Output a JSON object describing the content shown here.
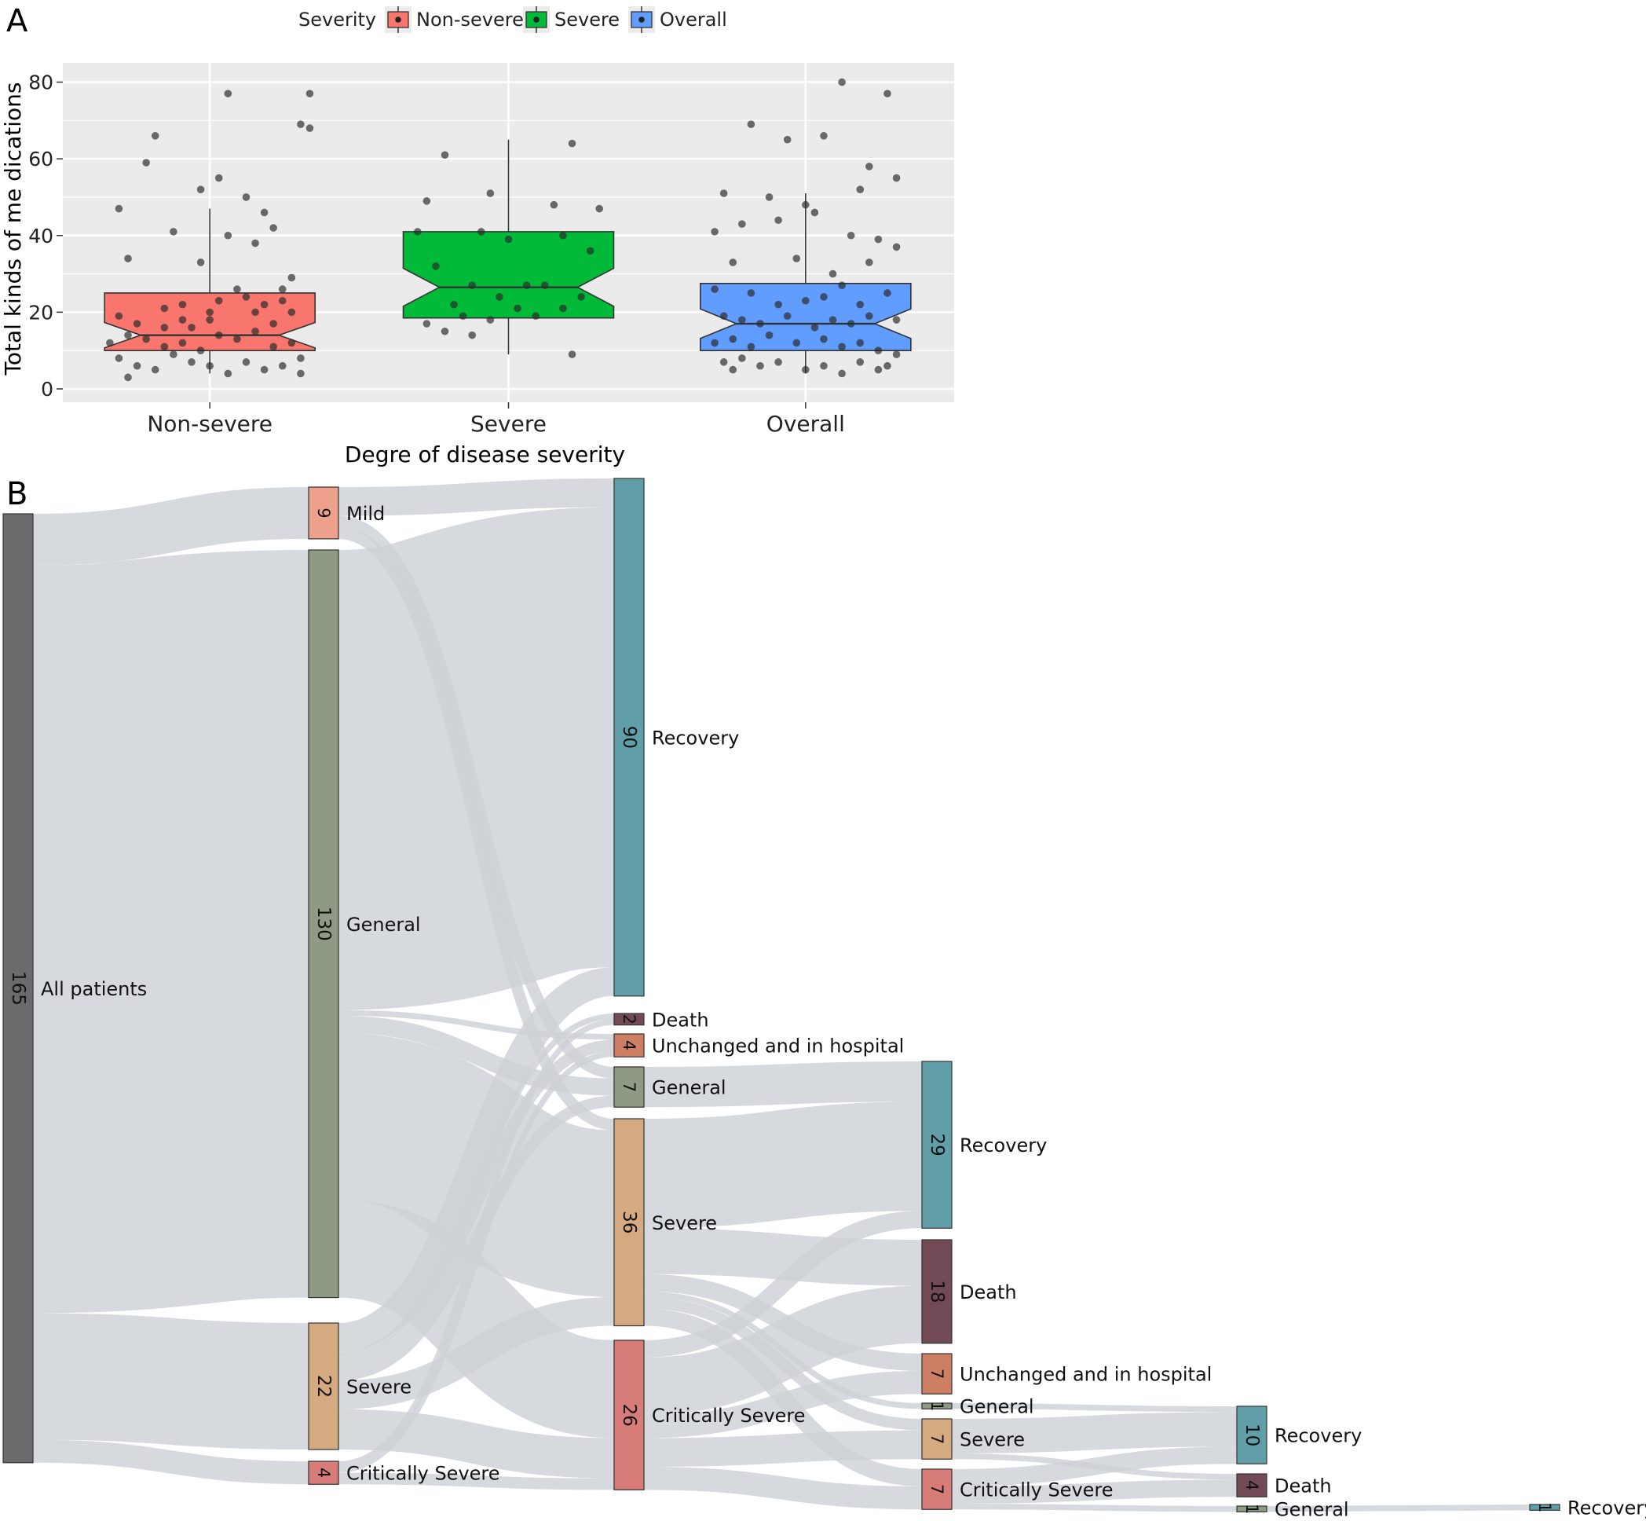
{
  "panel_a_label": "A",
  "panel_b_label": "B",
  "colors": {
    "panel_bg": "#ebebeb",
    "non_severe": "#f8766d",
    "severe_group": "#00ba38",
    "overall": "#619cff",
    "link": "#cdd1d5",
    "all_patients": "#6b6b6e",
    "mild": "#eda08c",
    "general": "#8e9a84",
    "severe": "#d6aa80",
    "critically_severe": "#d87c7a",
    "recovery": "#619fa8",
    "death": "#714a55",
    "unchanged": "#cc7f63"
  },
  "chart_data": [
    {
      "type": "boxplot",
      "panel": "A",
      "xlabel": "Degre of disease severity",
      "ylabel": "Total kinds of me dications",
      "ylim": [
        0,
        84
      ],
      "yticks": [
        0,
        20,
        40,
        60,
        80
      ],
      "categories": [
        "Non-severe",
        "Severe",
        "Overall"
      ],
      "legend": {
        "title": "Severity",
        "position": "top",
        "entries": [
          "Non-severe",
          "Severe",
          "Overall"
        ]
      },
      "notched": true,
      "grid": true,
      "boxes": [
        {
          "name": "Non-severe",
          "min": 4,
          "q1": 10,
          "median": 14,
          "q3": 25,
          "max": 47
        },
        {
          "name": "Severe",
          "min": 9,
          "q1": 18.5,
          "median": 26.5,
          "q3": 41,
          "max": 65
        },
        {
          "name": "Overall",
          "min": 4,
          "q1": 10,
          "median": 17,
          "q3": 27.5,
          "max": 51
        }
      ],
      "jitter_points": [
        [
          [
            0.35,
            47
          ],
          [
            0.55,
            66
          ],
          [
            0.8,
            52
          ],
          [
            0.5,
            59
          ],
          [
            0.9,
            55
          ],
          [
            1.05,
            50
          ],
          [
            0.95,
            77
          ],
          [
            1.4,
            77
          ],
          [
            1.35,
            69
          ],
          [
            1.4,
            68
          ],
          [
            0.65,
            41
          ],
          [
            0.4,
            34
          ],
          [
            0.95,
            40
          ],
          [
            1.15,
            46
          ],
          [
            0.8,
            33
          ],
          [
            1.2,
            42
          ],
          [
            1.1,
            38
          ],
          [
            1.3,
            29
          ],
          [
            1.25,
            26
          ],
          [
            1.0,
            26
          ],
          [
            0.35,
            19
          ],
          [
            0.45,
            17
          ],
          [
            0.6,
            21
          ],
          [
            0.7,
            22
          ],
          [
            0.75,
            16
          ],
          [
            0.85,
            20
          ],
          [
            0.9,
            23
          ],
          [
            1.05,
            24
          ],
          [
            1.15,
            22
          ],
          [
            1.2,
            17
          ],
          [
            0.3,
            12
          ],
          [
            0.4,
            14
          ],
          [
            0.5,
            13
          ],
          [
            0.6,
            11
          ],
          [
            0.7,
            12
          ],
          [
            0.8,
            10
          ],
          [
            0.9,
            14
          ],
          [
            1.0,
            13
          ],
          [
            1.1,
            15
          ],
          [
            1.2,
            11
          ],
          [
            1.3,
            12
          ],
          [
            1.35,
            8
          ],
          [
            0.35,
            8
          ],
          [
            0.45,
            6
          ],
          [
            0.55,
            5
          ],
          [
            0.65,
            9
          ],
          [
            0.75,
            7
          ],
          [
            0.85,
            6
          ],
          [
            0.95,
            4
          ],
          [
            1.05,
            7
          ],
          [
            1.15,
            5
          ],
          [
            1.25,
            6
          ],
          [
            1.35,
            4
          ],
          [
            0.4,
            3
          ],
          [
            0.6,
            16
          ],
          [
            0.7,
            18
          ],
          [
            0.85,
            18
          ],
          [
            1.1,
            20
          ],
          [
            1.25,
            23
          ],
          [
            1.3,
            20
          ]
        ],
        [
          [
            0.5,
            61
          ],
          [
            0.75,
            51
          ],
          [
            0.4,
            49
          ],
          [
            1.2,
            64
          ],
          [
            1.35,
            47
          ],
          [
            1.1,
            48
          ],
          [
            0.35,
            41
          ],
          [
            0.7,
            41
          ],
          [
            0.85,
            39
          ],
          [
            1.15,
            40
          ],
          [
            1.3,
            36
          ],
          [
            0.45,
            32
          ],
          [
            0.65,
            27
          ],
          [
            0.8,
            24
          ],
          [
            0.95,
            27
          ],
          [
            1.05,
            27
          ],
          [
            1.25,
            24
          ],
          [
            0.55,
            22
          ],
          [
            0.9,
            21
          ],
          [
            1.15,
            21
          ],
          [
            0.4,
            17
          ],
          [
            0.6,
            19
          ],
          [
            0.75,
            18
          ],
          [
            1.0,
            19
          ],
          [
            0.5,
            15
          ],
          [
            0.65,
            14
          ],
          [
            1.2,
            9
          ]
        ],
        [
          [
            0.4,
            51
          ],
          [
            0.55,
            69
          ],
          [
            0.75,
            65
          ],
          [
            0.95,
            66
          ],
          [
            1.05,
            80
          ],
          [
            1.3,
            77
          ],
          [
            1.2,
            58
          ],
          [
            1.35,
            55
          ],
          [
            0.65,
            50
          ],
          [
            0.85,
            48
          ],
          [
            1.15,
            52
          ],
          [
            0.5,
            43
          ],
          [
            0.35,
            41
          ],
          [
            0.7,
            44
          ],
          [
            0.9,
            46
          ],
          [
            1.1,
            40
          ],
          [
            1.25,
            39
          ],
          [
            1.35,
            37
          ],
          [
            0.45,
            33
          ],
          [
            0.8,
            34
          ],
          [
            1.0,
            30
          ],
          [
            1.2,
            33
          ],
          [
            0.35,
            26
          ],
          [
            0.55,
            25
          ],
          [
            0.7,
            22
          ],
          [
            0.85,
            23
          ],
          [
            0.95,
            24
          ],
          [
            1.05,
            27
          ],
          [
            1.15,
            22
          ],
          [
            1.3,
            25
          ],
          [
            0.4,
            19
          ],
          [
            0.5,
            18
          ],
          [
            0.6,
            17
          ],
          [
            0.75,
            19
          ],
          [
            0.9,
            16
          ],
          [
            1.0,
            18
          ],
          [
            1.1,
            17
          ],
          [
            1.2,
            19
          ],
          [
            1.35,
            18
          ],
          [
            0.35,
            12
          ],
          [
            0.45,
            13
          ],
          [
            0.55,
            11
          ],
          [
            0.65,
            14
          ],
          [
            0.8,
            12
          ],
          [
            0.95,
            13
          ],
          [
            1.05,
            11
          ],
          [
            1.15,
            12
          ],
          [
            1.25,
            10
          ],
          [
            1.35,
            9
          ],
          [
            0.4,
            7
          ],
          [
            0.5,
            8
          ],
          [
            0.6,
            6
          ],
          [
            0.7,
            7
          ],
          [
            0.85,
            5
          ],
          [
            0.95,
            6
          ],
          [
            1.05,
            4
          ],
          [
            1.15,
            7
          ],
          [
            1.25,
            5
          ],
          [
            1.3,
            6
          ],
          [
            0.45,
            5
          ]
        ]
      ]
    },
    {
      "type": "sankey",
      "panel": "B",
      "nodes": [
        {
          "id": "all",
          "label": "All patients",
          "value": 165,
          "color": "#6b6b6e"
        },
        {
          "id": "mild",
          "label": "Mild",
          "value": 9,
          "color": "#eda08c"
        },
        {
          "id": "general",
          "label": "General",
          "value": 130,
          "color": "#8e9a84"
        },
        {
          "id": "severe",
          "label": "Severe",
          "value": 22,
          "color": "#d6aa80"
        },
        {
          "id": "crit",
          "label": "Critically Severe",
          "value": 4,
          "color": "#d87c7a"
        },
        {
          "id": "recovery2",
          "label": "Recovery",
          "value": 90,
          "color": "#619fa8"
        },
        {
          "id": "death2",
          "label": "Death",
          "value": 2,
          "color": "#714a55"
        },
        {
          "id": "unchanged2",
          "label": "Unchanged and in hospital",
          "value": 4,
          "color": "#cc7f63"
        },
        {
          "id": "general2",
          "label": "General",
          "value": 7,
          "color": "#8e9a84"
        },
        {
          "id": "severe2",
          "label": "Severe",
          "value": 36,
          "color": "#d6aa80"
        },
        {
          "id": "crit2",
          "label": "Critically Severe",
          "value": 26,
          "color": "#d87c7a"
        },
        {
          "id": "recovery3",
          "label": "Recovery",
          "value": 29,
          "color": "#619fa8"
        },
        {
          "id": "death3",
          "label": "Death",
          "value": 18,
          "color": "#714a55"
        },
        {
          "id": "unchanged3",
          "label": "Unchanged and in hospital",
          "value": 7,
          "color": "#cc7f63"
        },
        {
          "id": "general3",
          "label": "General",
          "value": 1,
          "color": "#8e9a84"
        },
        {
          "id": "severe3",
          "label": "Severe",
          "value": 7,
          "color": "#d6aa80"
        },
        {
          "id": "crit3",
          "label": "Critically Severe",
          "value": 7,
          "color": "#d87c7a"
        },
        {
          "id": "recovery4",
          "label": "Recovery",
          "value": 10,
          "color": "#619fa8"
        },
        {
          "id": "death4",
          "label": "Death",
          "value": 4,
          "color": "#714a55"
        },
        {
          "id": "general4",
          "label": "General",
          "value": 1,
          "color": "#8e9a84"
        },
        {
          "id": "recovery5",
          "label": "Recovery",
          "value": 1,
          "color": "#619fa8"
        }
      ],
      "links": [
        {
          "source": "all",
          "target": "mild",
          "value": 9
        },
        {
          "source": "all",
          "target": "general",
          "value": 130
        },
        {
          "source": "all",
          "target": "severe",
          "value": 22
        },
        {
          "source": "all",
          "target": "crit",
          "value": 4
        },
        {
          "source": "mild",
          "target": "recovery2",
          "value": 5
        },
        {
          "source": "mild",
          "target": "general2",
          "value": 2
        },
        {
          "source": "mild",
          "target": "severe2",
          "value": 2
        },
        {
          "source": "general",
          "target": "recovery2",
          "value": 80
        },
        {
          "source": "general",
          "target": "unchanged2",
          "value": 1
        },
        {
          "source": "general",
          "target": "general2",
          "value": 3
        },
        {
          "source": "general",
          "target": "severe2",
          "value": 29
        },
        {
          "source": "general",
          "target": "crit2",
          "value": 17
        },
        {
          "source": "severe",
          "target": "recovery2",
          "value": 5
        },
        {
          "source": "severe",
          "target": "death2",
          "value": 1
        },
        {
          "source": "severe",
          "target": "unchanged2",
          "value": 2
        },
        {
          "source": "severe",
          "target": "general2",
          "value": 2
        },
        {
          "source": "severe",
          "target": "severe2",
          "value": 5
        },
        {
          "source": "severe",
          "target": "crit2",
          "value": 7
        },
        {
          "source": "crit",
          "target": "death2",
          "value": 1
        },
        {
          "source": "crit",
          "target": "unchanged2",
          "value": 1
        },
        {
          "source": "crit",
          "target": "crit2",
          "value": 2
        },
        {
          "source": "general2",
          "target": "recovery3",
          "value": 7
        },
        {
          "source": "severe2",
          "target": "recovery3",
          "value": 19
        },
        {
          "source": "severe2",
          "target": "death3",
          "value": 8
        },
        {
          "source": "severe2",
          "target": "unchanged3",
          "value": 3
        },
        {
          "source": "severe2",
          "target": "general3",
          "value": 1
        },
        {
          "source": "severe2",
          "target": "severe3",
          "value": 2
        },
        {
          "source": "severe2",
          "target": "crit3",
          "value": 3
        },
        {
          "source": "crit2",
          "target": "recovery3",
          "value": 3
        },
        {
          "source": "crit2",
          "target": "death3",
          "value": 10
        },
        {
          "source": "crit2",
          "target": "unchanged3",
          "value": 4
        },
        {
          "source": "crit2",
          "target": "severe3",
          "value": 5
        },
        {
          "source": "crit2",
          "target": "crit3",
          "value": 4
        },
        {
          "source": "general3",
          "target": "recovery4",
          "value": 1
        },
        {
          "source": "severe3",
          "target": "recovery4",
          "value": 6
        },
        {
          "source": "severe3",
          "target": "death4",
          "value": 1
        },
        {
          "source": "crit3",
          "target": "recovery4",
          "value": 3
        },
        {
          "source": "crit3",
          "target": "death4",
          "value": 3
        },
        {
          "source": "crit3",
          "target": "general4",
          "value": 1
        },
        {
          "source": "general4",
          "target": "recovery5",
          "value": 1
        }
      ]
    }
  ]
}
